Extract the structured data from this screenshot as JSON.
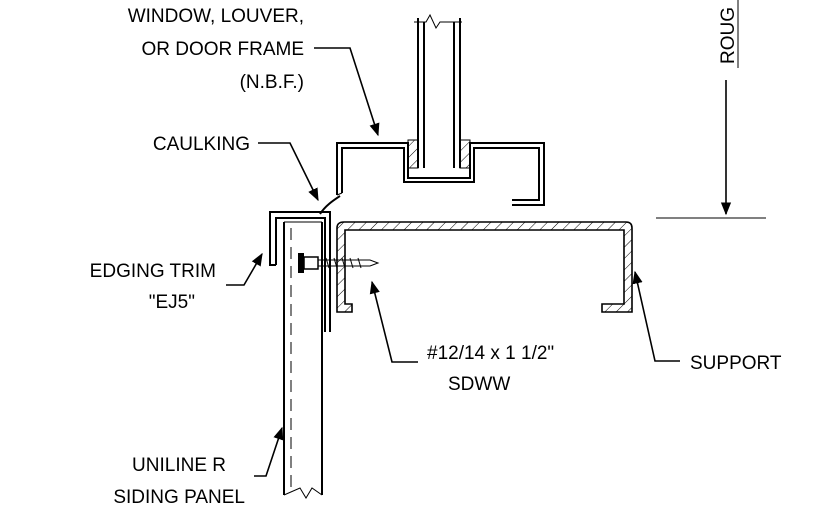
{
  "labels": {
    "frame_line1": "WINDOW, LOUVER,",
    "frame_line2": "OR DOOR FRAME",
    "frame_line3": "(N.B.F.)",
    "caulking": "CAULKING",
    "trim_line1": "EDGING TRIM",
    "trim_line2": "\"EJ5\"",
    "screw_line1": "#12/14 x 1 1/2\"",
    "screw_line2": "SDWW",
    "support": "SUPPORT",
    "panel_line1": "UNILINE R",
    "panel_line2": "SIDING PANEL",
    "rough_opening": "ROUG"
  }
}
